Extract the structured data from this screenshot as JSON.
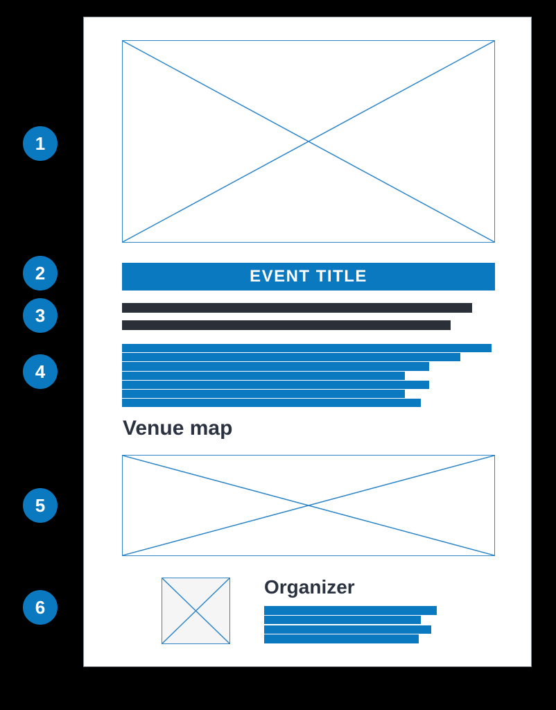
{
  "colors": {
    "background": "#000000",
    "card_bg": "#ffffff",
    "card_border": "#888e95",
    "accent_blue": "#0b79bf",
    "placeholder_blue": "#2e86c8",
    "dark_bar": "#2b2f38",
    "heading_text": "#2b3240",
    "title_text": "#ffffff",
    "square_fill": "#f5f5f6"
  },
  "annotations": {
    "steps": [
      {
        "label": "1"
      },
      {
        "label": "2"
      },
      {
        "label": "3"
      },
      {
        "label": "4"
      },
      {
        "label": "5"
      },
      {
        "label": "6"
      }
    ]
  },
  "wireframe": {
    "event_title": "EVENT TITLE",
    "venue_heading": "Venue map",
    "organizer_heading": "Organizer",
    "subtitle_bar_widths": [
      505,
      474
    ],
    "description_line_widths": [
      533,
      488,
      443,
      408,
      443,
      408,
      431
    ],
    "organizer_line_widths": [
      249,
      226,
      241,
      223
    ]
  }
}
